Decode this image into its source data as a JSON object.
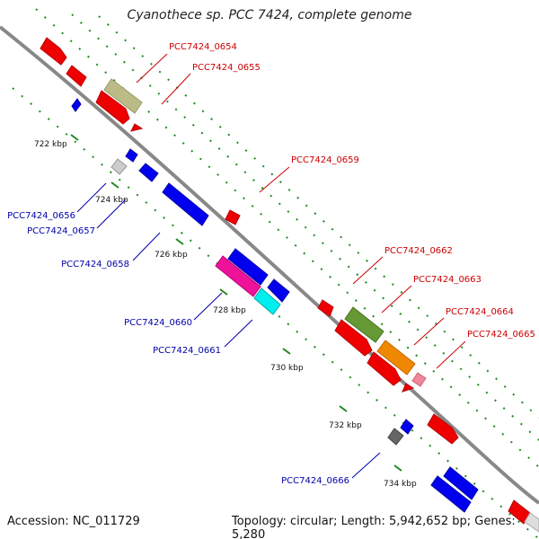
{
  "title": "Cyanothece sp. PCC 7424, complete genome",
  "footer": {
    "accession": "Accession: NC_011729",
    "topology": "Topology: circular; Length: 5,942,652 bp; Genes: 5,280"
  },
  "scale_labels": [
    "722 kbp",
    "724 kbp",
    "726 kbp",
    "728 kbp",
    "730 kbp",
    "732 kbp",
    "734 kbp"
  ],
  "gene_labels_plus": [
    "PCC7424_0654",
    "PCC7424_0655",
    "PCC7424_0659",
    "PCC7424_0662",
    "PCC7424_0663",
    "PCC7424_0664",
    "PCC7424_0665"
  ],
  "gene_labels_minus": [
    "PCC7424_0656",
    "PCC7424_0657",
    "PCC7424_0658",
    "PCC7424_0660",
    "PCC7424_0661",
    "PCC7424_0666"
  ],
  "colors": {
    "plus_label": "#cc0000",
    "minus_label": "#0000aa",
    "backbone": "#888888",
    "ticks": "#228822",
    "red": "#ee0000",
    "blue": "#0000ee",
    "olive": "#999944",
    "khaki": "#bbbb88",
    "orange": "#ee8800",
    "pink": "#ee1199",
    "cyan": "#00eeee",
    "gray": "#777777",
    "lightgray": "#cccccc",
    "lightpink": "#ee8899"
  }
}
